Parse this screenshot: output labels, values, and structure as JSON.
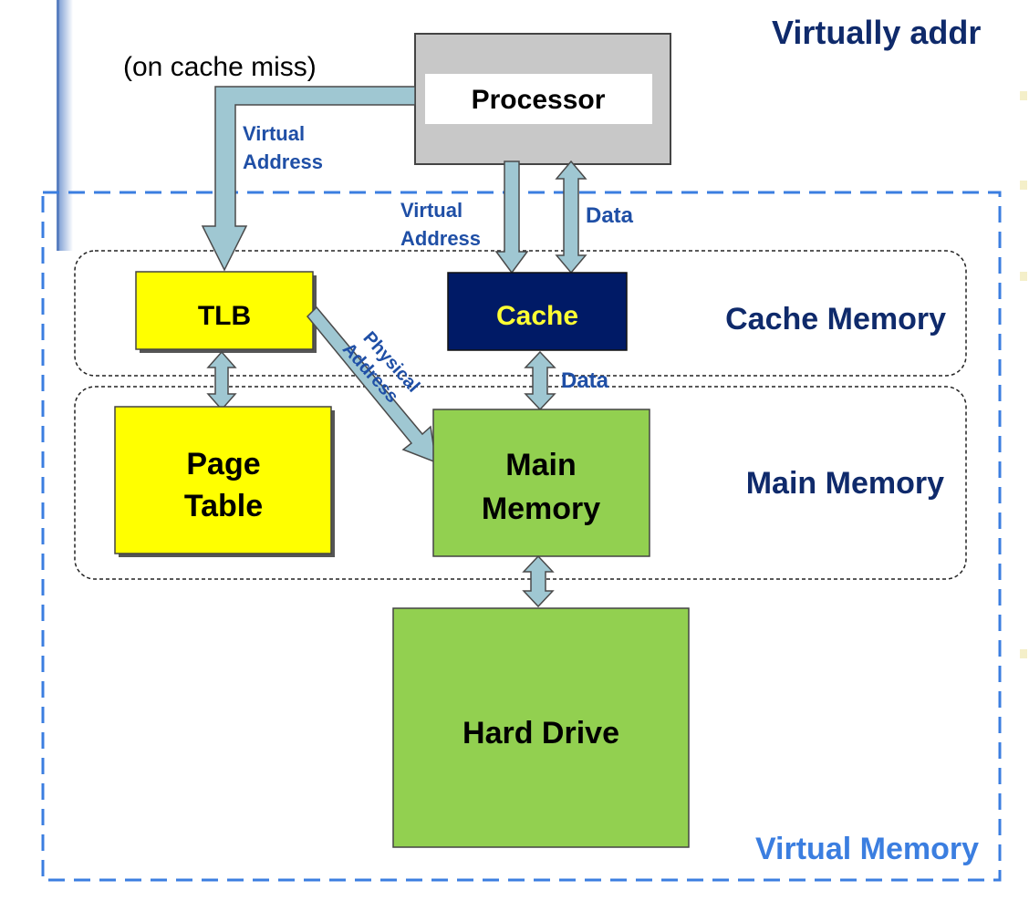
{
  "title": "Virtually addr",
  "labels": {
    "on_cache_miss": "(on cache miss)",
    "virtual_address_left": [
      "Virtual",
      "Address"
    ],
    "virtual_address_center": [
      "Virtual",
      "Address"
    ],
    "data_top": "Data",
    "data_mid": "Data",
    "physical_address": [
      "Physical",
      "Address"
    ]
  },
  "boxes": {
    "processor": "Processor",
    "tlb": "TLB",
    "cache": "Cache",
    "page_table": [
      "Page",
      "Table"
    ],
    "main_memory": [
      "Main",
      "Memory"
    ],
    "hard_drive": "Hard Drive"
  },
  "regions": {
    "cache_memory": "Cache Memory",
    "main_memory": "Main Memory",
    "virtual_memory": "Virtual Memory"
  },
  "colors": {
    "title_navy": "#0f2a6b",
    "label_blue": "#1f4fa6",
    "virtual_memory_blue": "#3b7ee0",
    "arrow_fill": "#9fc7d2",
    "tlb_yellow": "#ffff00",
    "cache_navy": "#001a66",
    "cache_text": "#ffff33",
    "memory_green": "#92d050",
    "processor_gray": "#c8c8c8"
  }
}
